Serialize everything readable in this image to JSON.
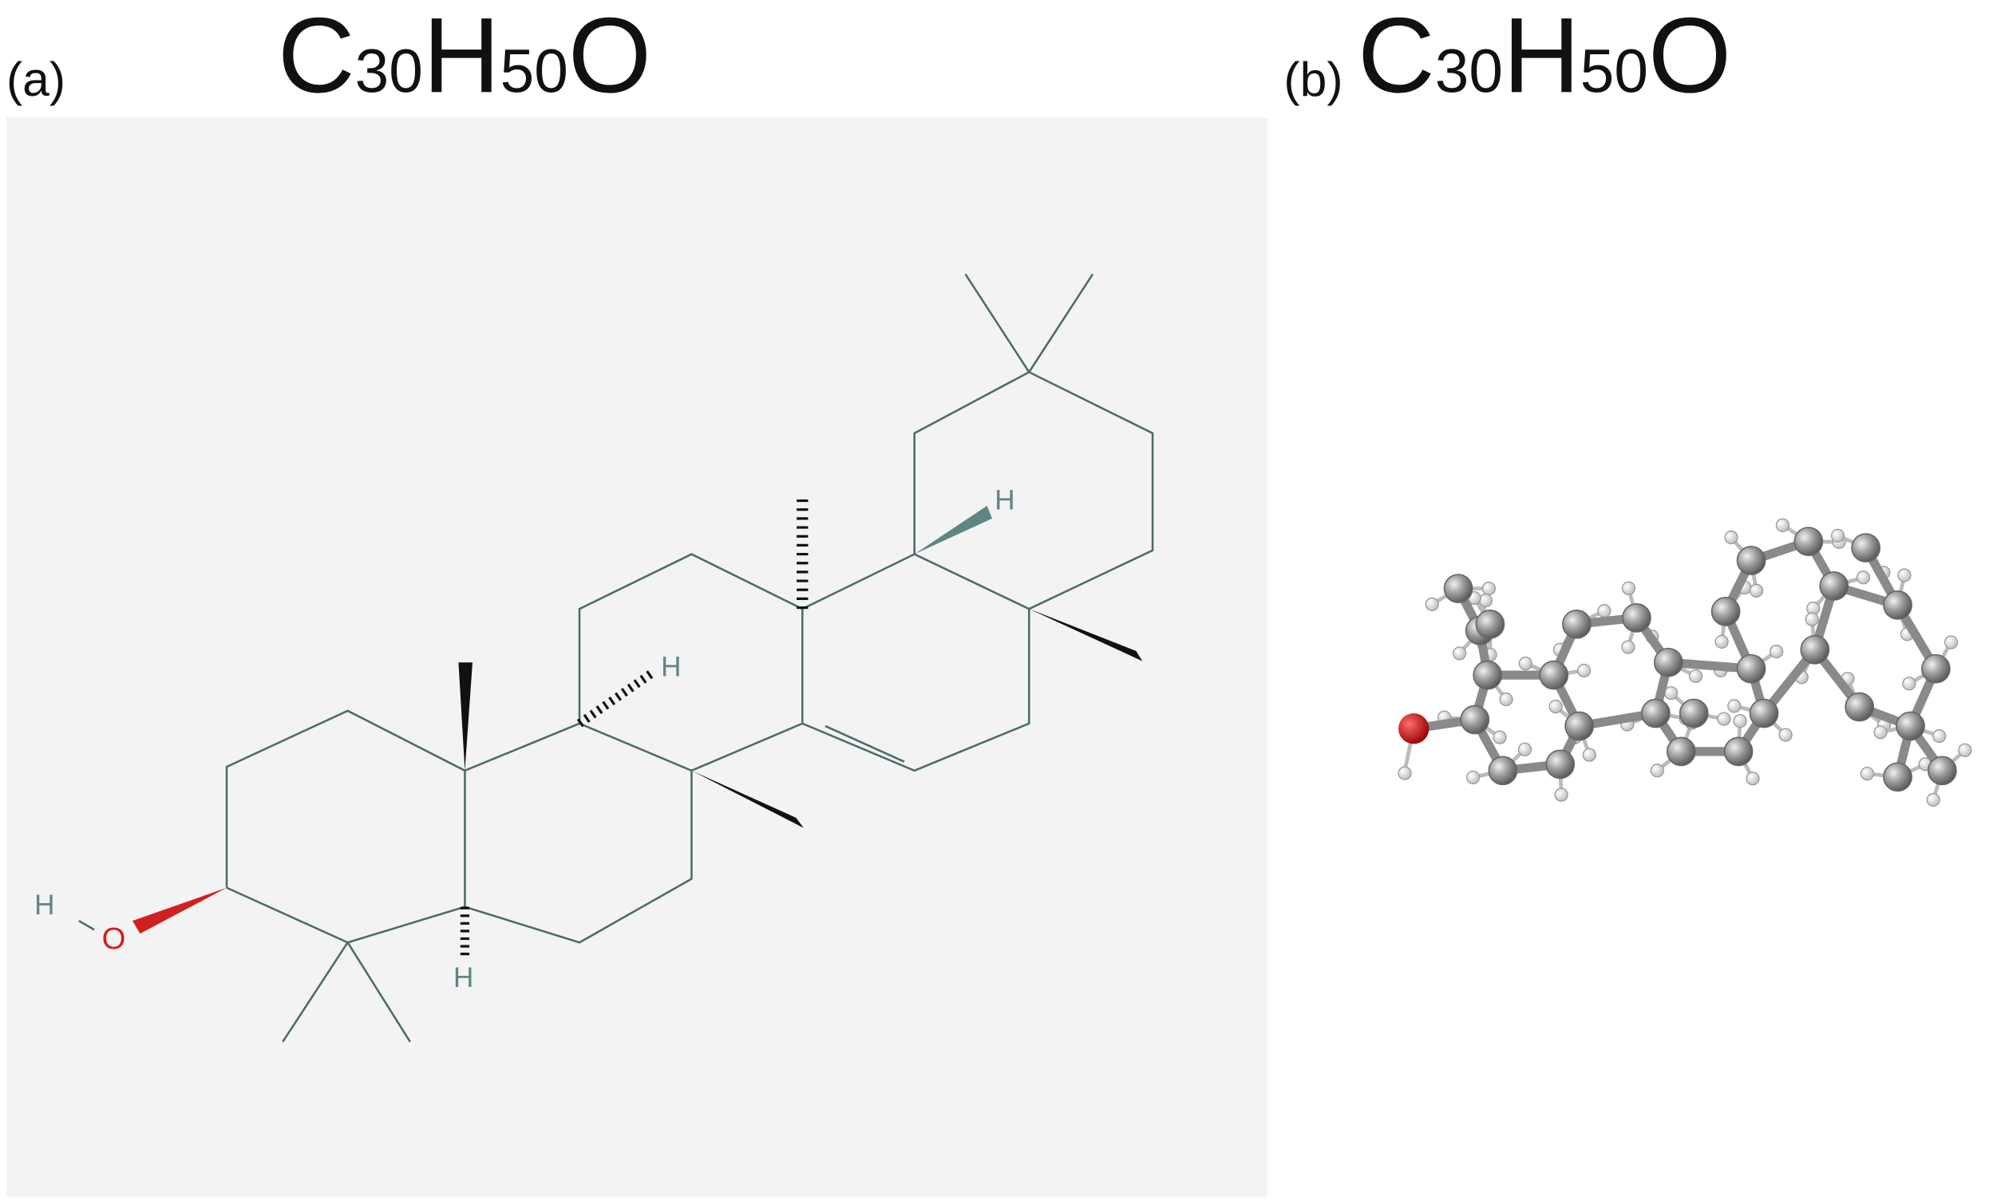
{
  "panel_a": {
    "label": "(a)",
    "formula": {
      "c": "C",
      "c_count": "30",
      "h": "H",
      "h_count": "50",
      "o": "O"
    },
    "atom_labels": {
      "h_oh": "H",
      "o": "O",
      "h5": "H",
      "h9": "H",
      "h18": "H"
    },
    "colors": {
      "background": "#f3f3f3",
      "bond": "#4d6b6b",
      "oxygen": "#d02020",
      "hydrogen_label": "#5f8585"
    }
  },
  "panel_b": {
    "label": "(b)",
    "formula": {
      "c": "C",
      "c_count": "30",
      "h": "H",
      "h_count": "50",
      "o": "O"
    },
    "colors": {
      "carbon": "#8c8c8c",
      "hydrogen": "#ffffff",
      "oxygen": "#cc1111"
    }
  }
}
